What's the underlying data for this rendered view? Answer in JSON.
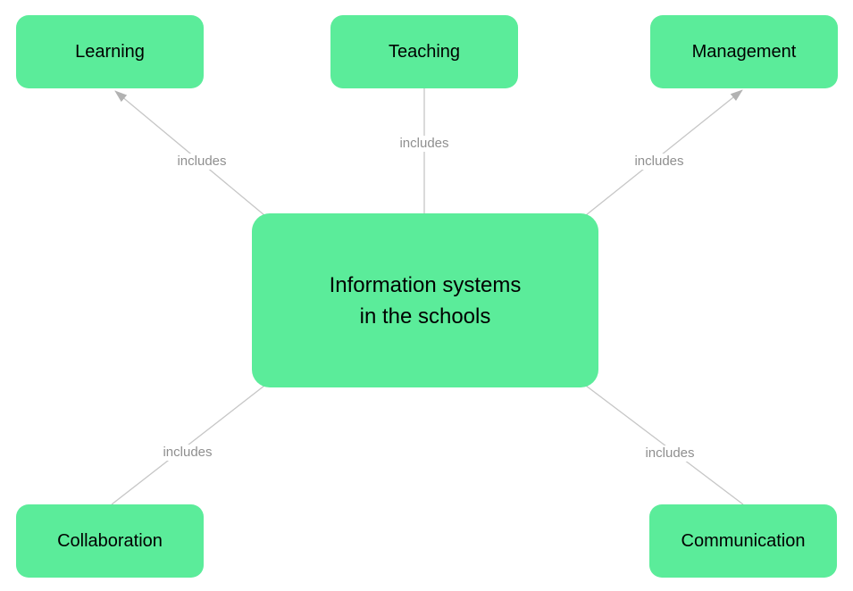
{
  "diagram": {
    "type": "concept-map",
    "center_node": {
      "id": "information-systems",
      "label": "Information systems\nin the schools"
    },
    "nodes": [
      {
        "id": "learning",
        "label": "Learning",
        "position": "top-left"
      },
      {
        "id": "teaching",
        "label": "Teaching",
        "position": "top-center"
      },
      {
        "id": "management",
        "label": "Management",
        "position": "top-right"
      },
      {
        "id": "collaboration",
        "label": "Collaboration",
        "position": "bottom-left"
      },
      {
        "id": "communication",
        "label": "Communication",
        "position": "bottom-right"
      }
    ],
    "edges": [
      {
        "from": "Information systems in the schools",
        "to": "Learning",
        "label": "includes",
        "arrowhead": true
      },
      {
        "from": "Information systems in the schools",
        "to": "Teaching",
        "label": "includes",
        "arrowhead": false
      },
      {
        "from": "Information systems in the schools",
        "to": "Management",
        "label": "includes",
        "arrowhead": true
      },
      {
        "from": "Information systems in the schools",
        "to": "Collaboration",
        "label": "includes",
        "arrowhead": false
      },
      {
        "from": "Information systems in the schools",
        "to": "Communication",
        "label": "includes",
        "arrowhead": false
      }
    ],
    "colors": {
      "node_fill": "#5bec9a",
      "node_text": "#000000",
      "edge_line": "#c6c6c6",
      "arrowhead": "#b2b2b2",
      "edge_label_text": "#8f8f8f",
      "background": "#ffffff"
    }
  }
}
